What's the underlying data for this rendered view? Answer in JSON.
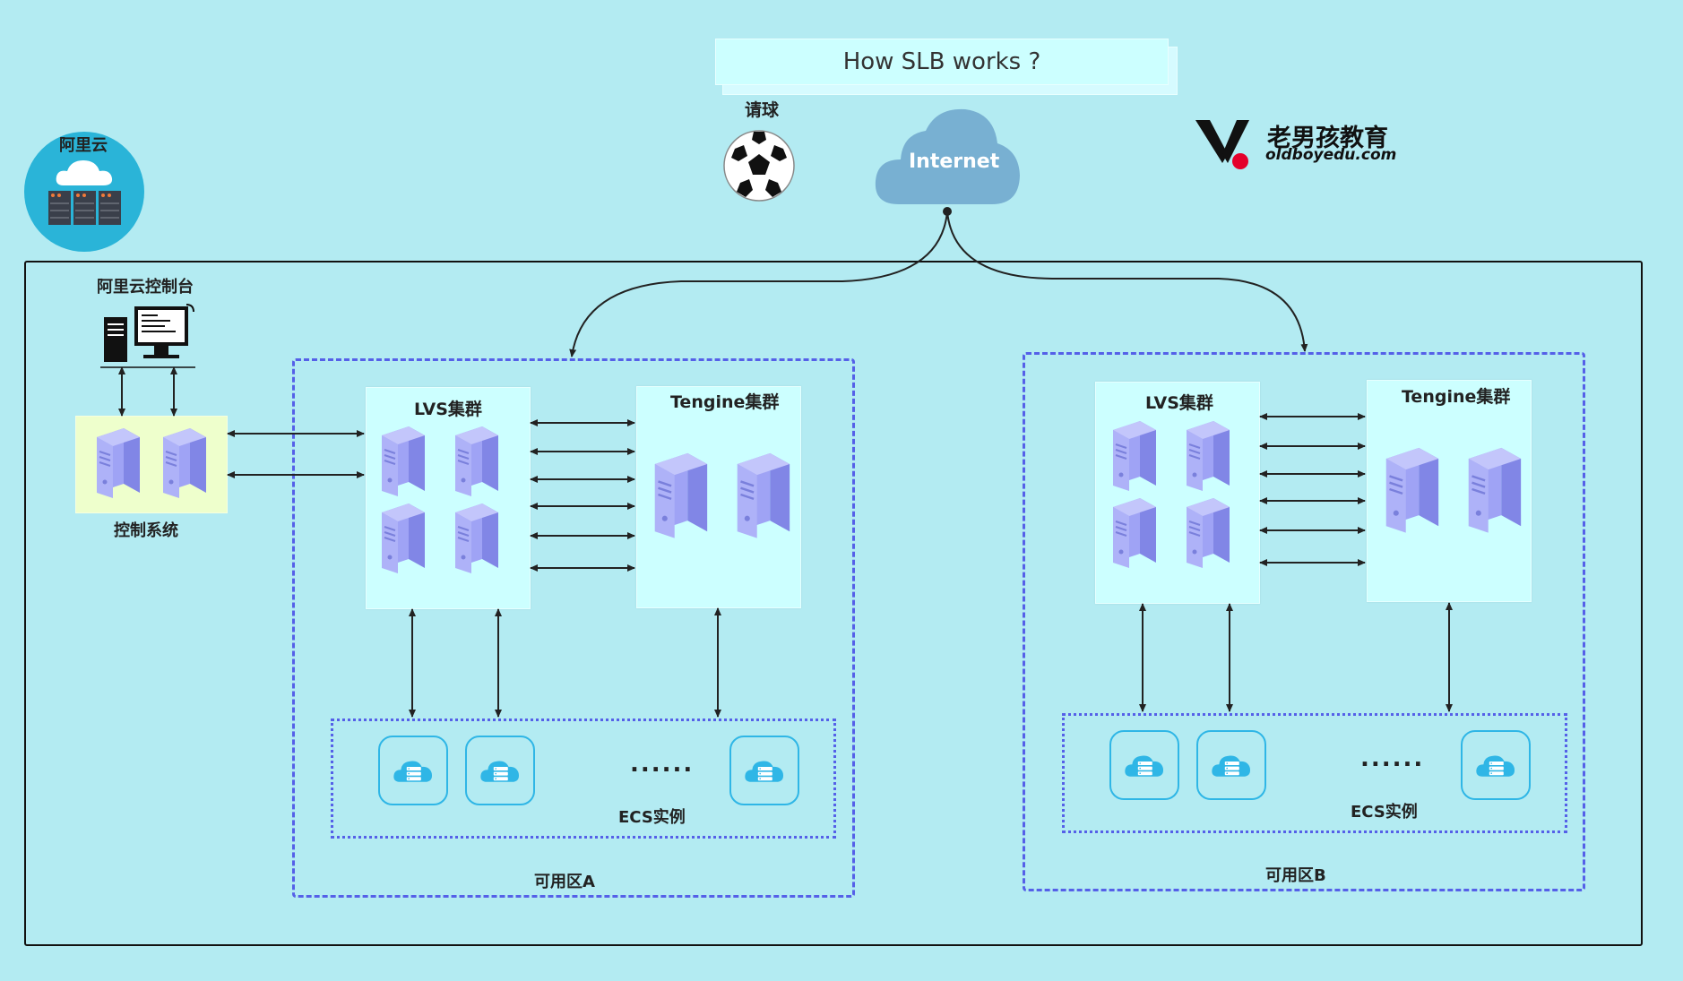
{
  "title": "How SLB works ?",
  "ball_label": "请球",
  "internet_label": "Internet",
  "aliyun_label": "阿里云",
  "console_label": "阿里云控制台",
  "control_label": "控制系统",
  "logo": {
    "text_cn": "老男孩教育",
    "text_en": "oldboyedu.com"
  },
  "zone_a": {
    "label": "可用区A",
    "lvs": "LVS集群",
    "tengine": "Tengine集群",
    "ecs": "ECS实例",
    "dots": "......"
  },
  "zone_b": {
    "label": "可用区B",
    "lvs": "LVS集群",
    "tengine": "Tengine集群",
    "ecs": "ECS实例",
    "dots": "......"
  },
  "colors": {
    "background": "#b3ebf2",
    "zone_border": "#5560e8",
    "cluster_fill": "#ccffff",
    "control_fill": "#eeffcc",
    "server": "#9aa0f0",
    "cloud_icon": "#2fb6e6",
    "internet_cloud": "#78b0d2"
  },
  "icons": [
    "aliyun-server-icon",
    "soccer-ball-icon",
    "internet-cloud-icon",
    "computer-icon",
    "server-icon",
    "cloud-server-icon",
    "logo-icon"
  ]
}
